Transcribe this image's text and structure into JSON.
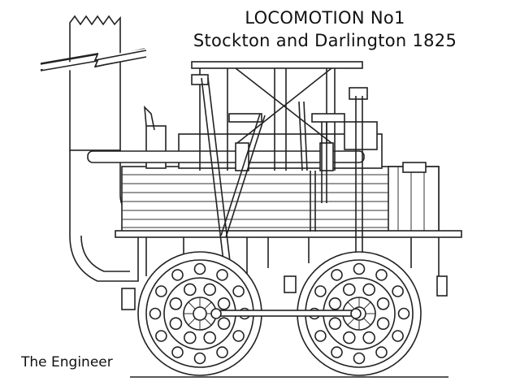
{
  "title": {
    "line1": "LOCOMOTION No1",
    "line2": "Stockton and Darlington 1825"
  },
  "credit": "The Engineer",
  "colors": {
    "ink": "#222222",
    "paper": "#ffffff"
  }
}
